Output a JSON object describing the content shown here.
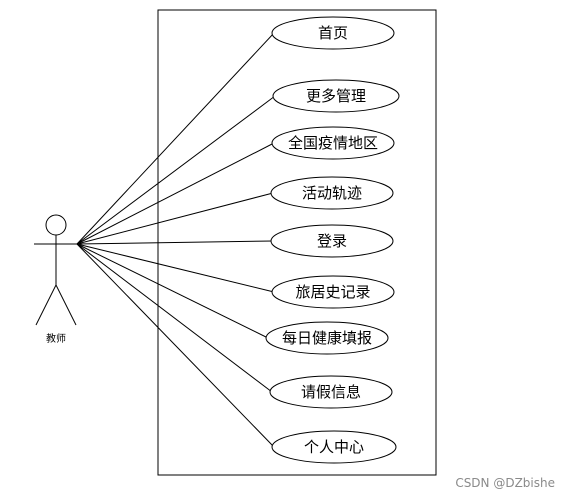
{
  "actor": {
    "label": "教师"
  },
  "use_cases": [
    {
      "label": "首页"
    },
    {
      "label": "更多管理"
    },
    {
      "label": "全国疫情地区"
    },
    {
      "label": "活动轨迹"
    },
    {
      "label": "登录"
    },
    {
      "label": "旅居史记录"
    },
    {
      "label": "每日健康填报"
    },
    {
      "label": "请假信息"
    },
    {
      "label": "个人中心"
    }
  ],
  "watermark": "CSDN @DZbishe"
}
